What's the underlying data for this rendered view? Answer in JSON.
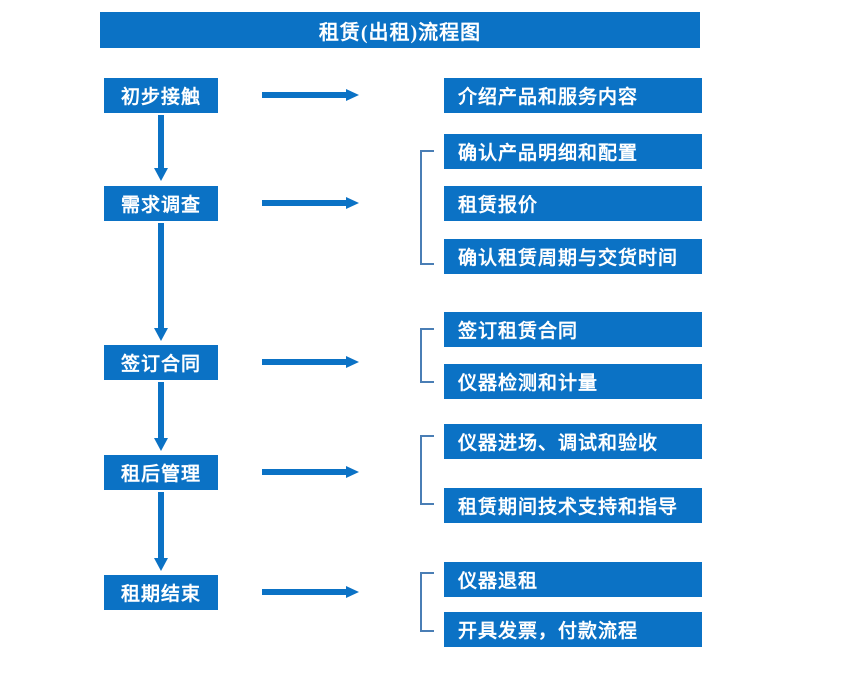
{
  "header": {
    "title": "租赁(出租)流程图"
  },
  "colors": {
    "primary_blue": "#0b72c5",
    "bracket_blue": "#4a7eb5",
    "text_on_blue": "#ffffff",
    "background": "#ffffff"
  },
  "flow": {
    "stages": [
      {
        "label": "初步接触"
      },
      {
        "label": "需求调查"
      },
      {
        "label": "签订合同"
      },
      {
        "label": "租后管理"
      },
      {
        "label": "租期结束"
      }
    ],
    "details": [
      {
        "label": "介绍产品和服务内容"
      },
      {
        "label": "确认产品明细和配置"
      },
      {
        "label": "租赁报价"
      },
      {
        "label": "确认租赁周期与交货时间"
      },
      {
        "label": "签订租赁合同"
      },
      {
        "label": "仪器检测和计量"
      },
      {
        "label": "仪器进场、调试和验收"
      },
      {
        "label": "租赁期间技术支持和指导"
      },
      {
        "label": "仪器退租"
      },
      {
        "label": "开具发票，付款流程"
      }
    ],
    "icons": {
      "horizontal_arrow": "right-arrow-icon",
      "vertical_arrow": "down-arrow-icon",
      "group_bracket": "bracket-icon"
    }
  }
}
